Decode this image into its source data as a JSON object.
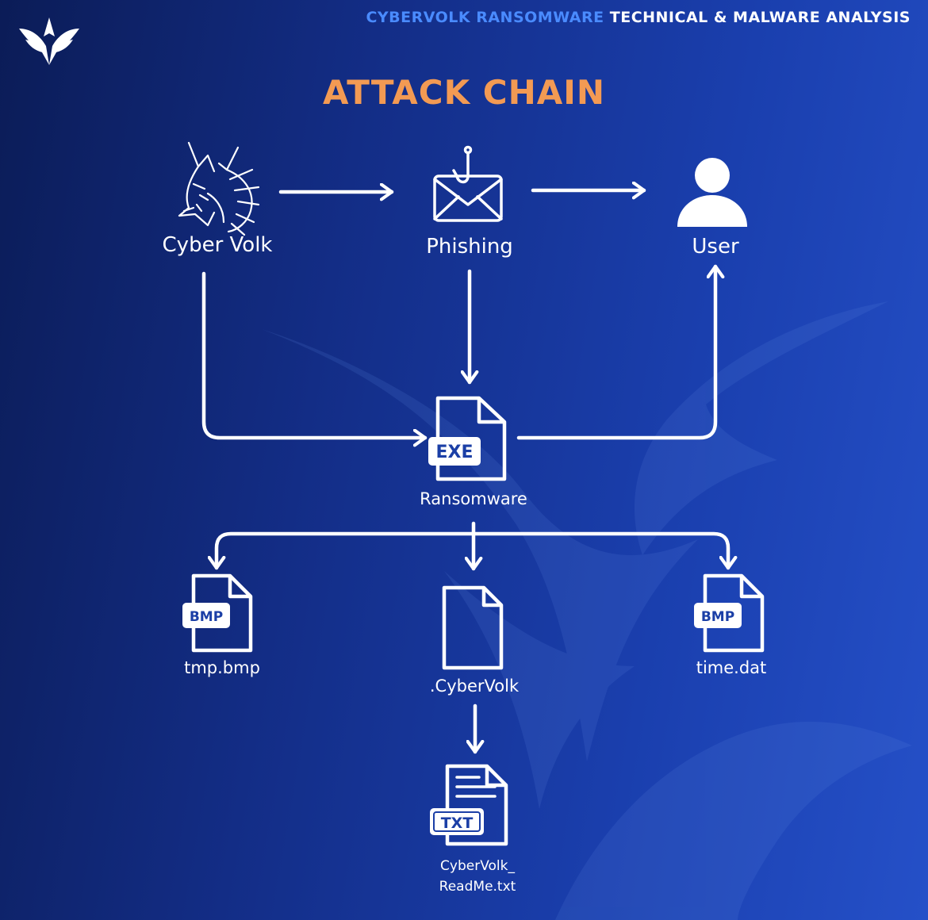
{
  "header": {
    "title_accent": "CYBERVOLK RANSOMWARE",
    "title_plain": "TECHNICAL & MALWARE ANALYSIS"
  },
  "title": "ATTACK CHAIN",
  "nodes": {
    "cybervolk": {
      "label": "Cyber Volk",
      "icon": "wolf-icon"
    },
    "phishing": {
      "label": "Phishing",
      "icon": "phishing-email-icon"
    },
    "user": {
      "label": "User",
      "icon": "user-icon"
    },
    "ransomware": {
      "label": "Ransomware",
      "icon": "exe-file-icon",
      "tag": "EXE"
    },
    "tmp_bmp": {
      "label": "tmp.bmp",
      "icon": "bmp-file-icon",
      "tag": "BMP"
    },
    "cybervolk_ext": {
      "label": ".CyberVolk",
      "icon": "blank-file-icon"
    },
    "time_dat": {
      "label": "time.dat",
      "icon": "bmp-file-icon",
      "tag": "BMP"
    },
    "readme": {
      "label_line1": "CyberVolk_",
      "label_line2": "ReadMe.txt",
      "icon": "txt-file-icon",
      "tag": "TXT"
    }
  },
  "edges": [
    {
      "from": "Cyber Volk",
      "to": "Phishing"
    },
    {
      "from": "Phishing",
      "to": "User"
    },
    {
      "from": "Phishing",
      "to": "Ransomware"
    },
    {
      "from": "Cyber Volk",
      "to": "Ransomware"
    },
    {
      "from": "Ransomware",
      "to": "User"
    },
    {
      "from": "Ransomware",
      "to": "tmp.bmp"
    },
    {
      "from": "Ransomware",
      "to": ".CyberVolk"
    },
    {
      "from": "Ransomware",
      "to": "time.dat"
    },
    {
      "from": ".CyberVolk",
      "to": "CyberVolk_ReadMe.txt"
    }
  ],
  "colors": {
    "background_start": "#0b1c57",
    "background_end": "#2550c8",
    "title": "#f39a53",
    "header_accent": "#4a8bff",
    "foreground": "#ffffff",
    "tag_text": "#1b3fa6"
  }
}
